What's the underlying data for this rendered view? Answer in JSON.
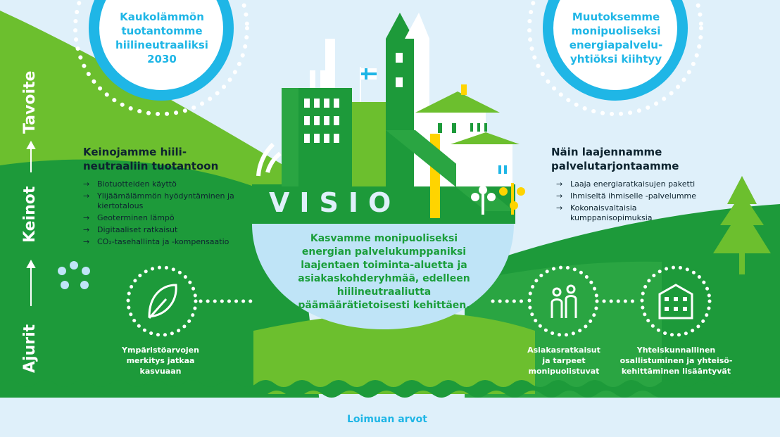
{
  "goals": {
    "left": "Kaukolämmön tuotantomme hiilineutraaliksi 2030",
    "right": "Muutoksemme monipuoliseksi energiapalvelu-yhtiöksi kiihtyy"
  },
  "axis_labels": {
    "goal": "Tavoite",
    "means": "Keinot",
    "drivers": "Ajurit"
  },
  "left_means": {
    "title_line1": "Keinojamme hiili-",
    "title_line2": "neutraaliin tuotantoon",
    "items": [
      "Biotuotteiden käyttö",
      "Ylijäämälämmön hyödyntäminen ja kiertotalous",
      "Geoterminen lämpö",
      "Digitaaliset ratkaisut",
      "CO₂-tasehallinta ja -kompensaatio"
    ]
  },
  "right_means": {
    "title_line1": "Näin laajennamme",
    "title_line2": "palvelutarjontaamme",
    "items": [
      "Laaja energiaratkaisujen paketti",
      "Ihmiseltä ihmiselle -palvelumme",
      "Kokonaisvaltaisia kumppanisopimuksia"
    ]
  },
  "arrow_glyph": "→",
  "vision": {
    "label": "VISIO",
    "text": "Kasvamme monipuoliseksi energian palvelukumppaniksi laajentaen toiminta-aluetta ja asiakaskohderyhmää, edelleen hiilineutraaliutta päämäärätietoisesti kehittäen."
  },
  "drivers": [
    {
      "icon": "leaf-icon",
      "text": "Ympäristöarvojen merkitys jatkaa kasvuaan"
    },
    {
      "icon": "people-icon",
      "text": "Asiakasratkaisut ja tarpeet monipuolistuvat"
    },
    {
      "icon": "building-icon",
      "text": "Yhteiskunnallinen osallistuminen ja yhteisö-kehittäminen lisääntyvät"
    }
  ],
  "footer": "Loimuan arvot",
  "colors": {
    "dark_green": "#1d9a3a",
    "light_green": "#6cbf2e",
    "sky": "#dff0fa",
    "cyan": "#1fb6e6",
    "yellow": "#ffd400",
    "text_dark": "#0e2430"
  }
}
